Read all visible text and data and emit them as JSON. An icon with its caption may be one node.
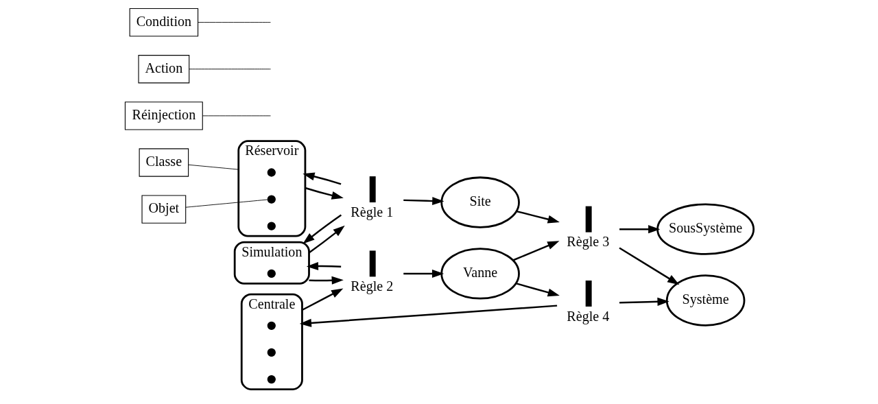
{
  "diagram": {
    "nodes": [
      {
        "text": [
          "Réservoir"
        ]
      },
      {
        "text": [],
        "shape": "circle",
        "in": 0
      },
      {
        "text": [],
        "shape": "circle",
        "in": 0
      },
      {
        "text": [],
        "shape": "circle",
        "in": 0
      },
      {
        "text": [
          "Simulation"
        ]
      },
      {
        "text": [],
        "shape": "circle",
        "in": 4
      },
      {
        "text": [
          "Centrale"
        ]
      },
      {
        "text": [],
        "shape": "circle",
        "in": 6
      },
      {
        "text": [],
        "shape": "circle",
        "in": 6
      },
      {
        "text": [],
        "shape": "circle",
        "in": 6
      },
      {
        "text": [
          "Site"
        ]
      },
      {
        "text": [
          "Vanne"
        ]
      },
      {
        "text": [
          "SousSystème"
        ]
      },
      {
        "text": [
          "Système"
        ]
      },
      {
        "text": [
          "Règle 1"
        ]
      },
      {
        "text": [
          "Règle 2"
        ]
      },
      {
        "text": [
          "Règle 3"
        ]
      },
      {
        "text": [
          "Règle 4"
        ]
      },
      {
        "text": [
          "Classe"
        ]
      },
      {
        "text": [
          "Objet"
        ]
      },
      {
        "text": [
          "Réinjection"
        ]
      },
      {
        "text": [
          "Action"
        ]
      },
      {
        "text": [
          "Condition"
        ]
      }
    ],
    "edges": [
      {
        "from": 0,
        "to": 14,
        "arrow": "to"
      },
      {
        "from": 14,
        "to": 0,
        "arrow": "to"
      },
      {
        "from": 14,
        "to": 10,
        "arrow": "to"
      },
      {
        "from": 4,
        "to": 14,
        "arrow": "to"
      },
      {
        "from": 14,
        "to": 4,
        "arrow": "to"
      },
      {
        "from": 4,
        "to": 15,
        "arrow": "to"
      },
      {
        "from": 15,
        "to": 4,
        "arrow": "to"
      },
      {
        "from": 6,
        "to": 15,
        "arrow": "to"
      },
      {
        "from": 15,
        "to": 11,
        "arrow": "to"
      },
      {
        "from": 10,
        "to": 16,
        "arrow": "to"
      },
      {
        "from": 11,
        "to": 16,
        "arrow": "to"
      },
      {
        "from": 16,
        "to": 12,
        "arrow": "to"
      },
      {
        "from": 16,
        "to": 13,
        "arrow": "to"
      },
      {
        "from": 11,
        "to": 17,
        "arrow": "to"
      },
      {
        "from": 17,
        "to": 13,
        "arrow": "to"
      },
      {
        "from": 17,
        "to": 6,
        "arrow": "to"
      },
      {
        "from": 18,
        "to": 0,
        "arrow": "none"
      },
      {
        "from": 19,
        "to": 2,
        "arrow": "none"
      },
      {
        "from": 20,
        "to": null,
        "arrow": "none"
      },
      {
        "from": 21,
        "to": null,
        "arrow": "none"
      },
      {
        "from": 22,
        "to": null,
        "arrow": "none"
      }
    ]
  }
}
